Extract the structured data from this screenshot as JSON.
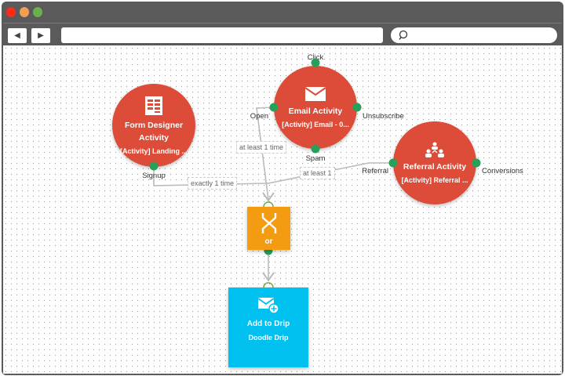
{
  "window": {
    "controls": {
      "close": "#ff2a1a",
      "minimize": "#f0a050",
      "maximize": "#6ab04c"
    },
    "back_icon": "back-arrow-icon",
    "forward_icon": "forward-arrow-icon",
    "url": "",
    "search_placeholder": ""
  },
  "nodes": {
    "form": {
      "title_line1": "Form Designer",
      "title_line2": "Activity",
      "subtitle": "[Activity] Landing ...",
      "ports": {
        "signup": "Signup"
      }
    },
    "email": {
      "title": "Email Activity",
      "subtitle": "[Activity] Email - 0...",
      "ports": {
        "click": "Click",
        "open": "Open",
        "unsubscribe": "Unsubscribe",
        "spam": "Spam"
      }
    },
    "referral": {
      "title": "Referral Activity",
      "subtitle": "[Activity] Referral ...",
      "ports": {
        "referral": "Referral",
        "conversions": "Conversions"
      }
    },
    "or": {
      "label": "or"
    },
    "drip": {
      "title": "Add to Drip",
      "subtitle": "Doodle Drip"
    }
  },
  "edges": {
    "email_open": "at least 1 time",
    "form_signup": "exactly 1 time",
    "referral": "at least 1"
  },
  "colors": {
    "activity": "#dd4b39",
    "or": "#f39c12",
    "drip": "#00c0ef",
    "port": "#27a05a"
  }
}
